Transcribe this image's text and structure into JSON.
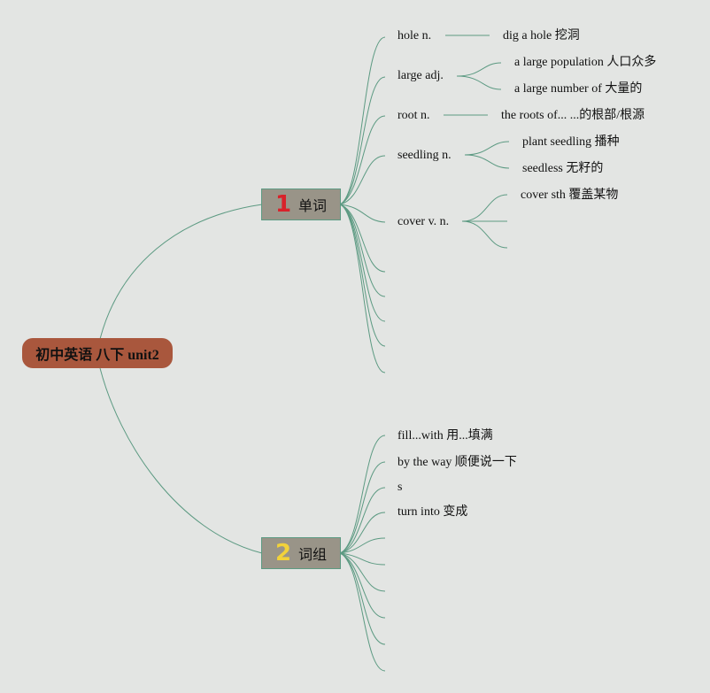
{
  "root": {
    "label": "初中英语 八下 unit2"
  },
  "branch1": {
    "number": "1",
    "label": "单词",
    "words": [
      {
        "word": "hole n.",
        "children": [
          "dig a hole 挖洞"
        ]
      },
      {
        "word": "large adj.",
        "children": [
          "a large population 人口众多",
          "a large number of 大量的"
        ]
      },
      {
        "word": "root n.",
        "children": [
          "the roots of... ...的根部/根源"
        ]
      },
      {
        "word": "seedling n.",
        "children": [
          "plant seedling 播种",
          "seedless 无籽的"
        ]
      },
      {
        "word": "cover v. n.",
        "children": [
          "cover sth 覆盖某物"
        ]
      }
    ]
  },
  "branch2": {
    "number": "2",
    "label": "词组",
    "phrases": [
      "fill...with 用...填满",
      "by the way 顺便说一下",
      "s",
      "turn into 变成"
    ]
  },
  "colors": {
    "line": "#5c9a82",
    "root": "#a9573d",
    "branch": "#999488",
    "badge1": "#d8222a",
    "badge2": "#f2d23a"
  }
}
